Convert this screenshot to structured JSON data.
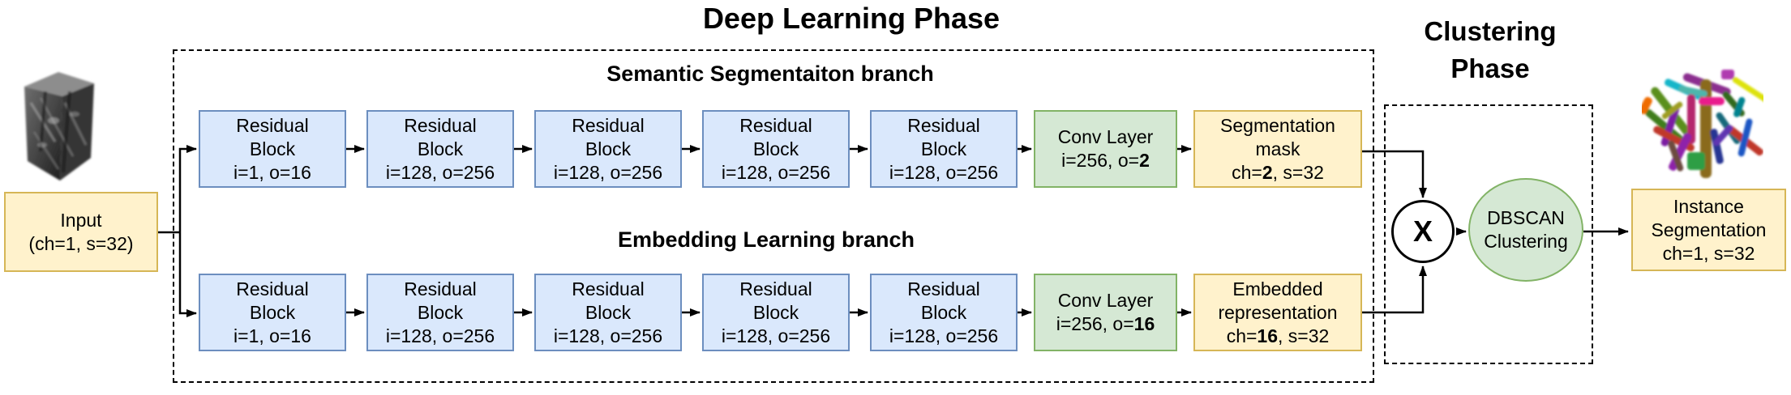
{
  "header": {
    "deep_learning_title": "Deep Learning Phase",
    "clustering_title_line1": "Clustering",
    "clustering_title_line2": "Phase"
  },
  "input": {
    "image_name": "grayscale-volume-cube",
    "box": {
      "line1": "Input",
      "line2": "(ch=1, s=32)"
    }
  },
  "deep_learning_box": {
    "semantic_branch": {
      "label": "Semantic Segmentaiton branch",
      "residual_blocks": [
        {
          "line1": "Residual",
          "line2": "Block",
          "line3": "i=1, o=16"
        },
        {
          "line1": "Residual",
          "line2": "Block",
          "line3": "i=128, o=256"
        },
        {
          "line1": "Residual",
          "line2": "Block",
          "line3": "i=128, o=256"
        },
        {
          "line1": "Residual",
          "line2": "Block",
          "line3": "i=128, o=256"
        },
        {
          "line1": "Residual",
          "line2": "Block",
          "line3": "i=128, o=256"
        }
      ],
      "conv_layer": {
        "line1": "Conv Layer",
        "line2_prefix": "i=256, o=",
        "line2_bold": "2"
      },
      "output_box": {
        "line1": "Segmentation",
        "line2": "mask",
        "line3_prefix": "ch=",
        "line3_bold": "2",
        "line3_suffix": ", s=32"
      }
    },
    "embedding_branch": {
      "label": "Embedding Learning branch",
      "residual_blocks": [
        {
          "line1": "Residual",
          "line2": "Block",
          "line3": "i=1, o=16"
        },
        {
          "line1": "Residual",
          "line2": "Block",
          "line3": "i=128, o=256"
        },
        {
          "line1": "Residual",
          "line2": "Block",
          "line3": "i=128, o=256"
        },
        {
          "line1": "Residual",
          "line2": "Block",
          "line3": "i=128, o=256"
        },
        {
          "line1": "Residual",
          "line2": "Block",
          "line3": "i=128, o=256"
        }
      ],
      "conv_layer": {
        "line1": "Conv Layer",
        "line2_prefix": "i=256, o=",
        "line2_bold": "16"
      },
      "output_box": {
        "line1": "Embedded",
        "line2": "representation",
        "line3_prefix": "ch=",
        "line3_bold": "16",
        "line3_suffix": ", s=32"
      }
    }
  },
  "clustering_box": {
    "multiply_symbol": "X",
    "dbscan_node": {
      "line1": "DBSCAN",
      "line2": "Clustering"
    },
    "output_image_name": "colored-fiber-instances"
  },
  "output_box": {
    "line1": "Instance",
    "line2": "Segmentation",
    "line3": "ch=1, s=32"
  },
  "colors": {
    "blue_fill": "#dae8fc",
    "blue_border": "#6c8ebf",
    "yellow_fill": "#fff2cc",
    "yellow_border": "#d6b656",
    "green_fill": "#d5e8d4",
    "green_border": "#82b366",
    "line_color": "#000000"
  }
}
